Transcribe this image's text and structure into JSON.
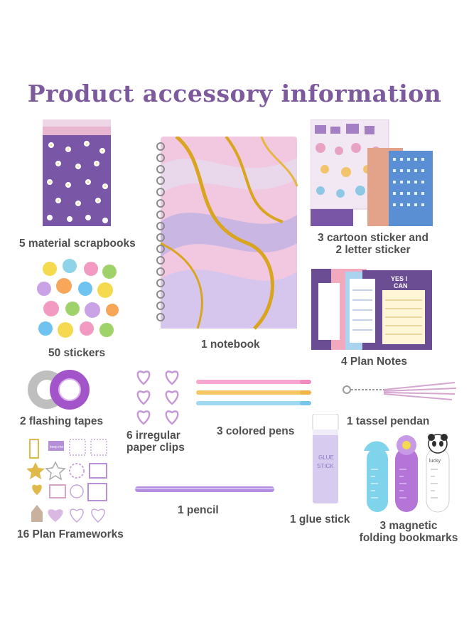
{
  "title": "Product accessory information",
  "items": [
    {
      "label": "5 material scrapbooks"
    },
    {
      "label": "1 notebook"
    },
    {
      "label_line1": "3 cartoon sticker and",
      "label_line2": "2 letter sticker"
    },
    {
      "label": "50 stickers"
    },
    {
      "label": "4 Plan Notes"
    },
    {
      "label": "2 flashing tapes"
    },
    {
      "label_line1": "6 irregular",
      "label_line2": "paper clips"
    },
    {
      "label": "3 colored pens"
    },
    {
      "label": "1 tassel pendan"
    },
    {
      "label": "1 pencil"
    },
    {
      "label": "1 glue stick"
    },
    {
      "label_line1": "3 magnetic",
      "label_line2": "folding bookmarks"
    },
    {
      "label": "16 Plan Frameworks"
    }
  ],
  "graphics": {
    "plan_note_text_line1": "YES I",
    "plan_note_text_line2": "CAN",
    "glue_stick_text_line1": "GLUE",
    "glue_stick_text_line2": "STICK",
    "bookmark_text": "lucky",
    "frame_text": "keep me"
  },
  "colors": {
    "title": "#7d5a9c",
    "label": "#4f4f4f",
    "scrapbook_purple": "#7a57a6",
    "notebook_pink": "#f3c7e0",
    "gold": "#d9a521",
    "plan_purple": "#6b4d93"
  }
}
